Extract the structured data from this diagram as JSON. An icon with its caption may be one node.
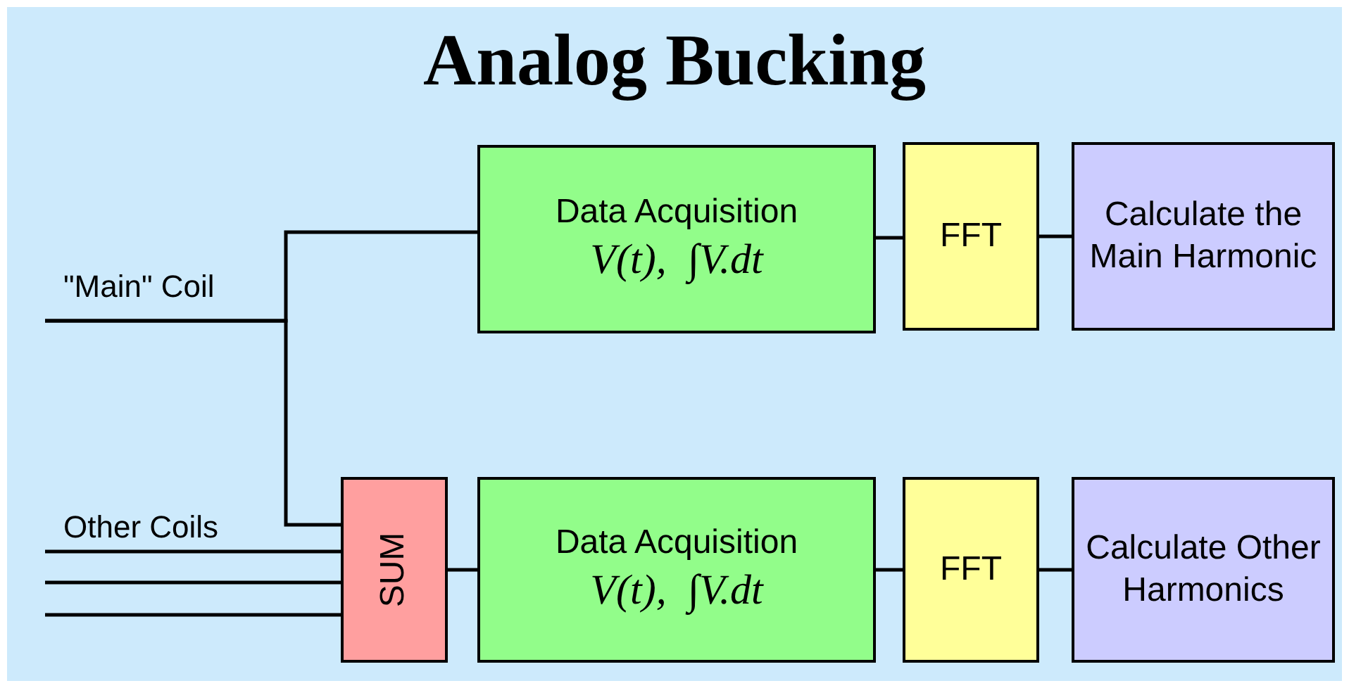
{
  "diagram": {
    "title": "Analog Bucking",
    "nodes": [
      {
        "text": [
          "Data Acquisition",
          "V(t),  ∫V.dt"
        ]
      },
      {
        "text": [
          "FFT"
        ]
      },
      {
        "text": [
          "Calculate the Main Harmonic"
        ]
      },
      {
        "text": [
          "SUM"
        ]
      },
      {
        "text": [
          "Data Acquisition",
          "V(t),  ∫V.dt"
        ]
      },
      {
        "text": [
          "FFT"
        ]
      },
      {
        "text": [
          "Calculate Other Harmonics"
        ]
      }
    ],
    "edges": [
      {
        "from": null,
        "to": 0,
        "arrow": "none"
      },
      {
        "from": null,
        "to": 3,
        "arrow": "none"
      },
      {
        "from": null,
        "to": 3,
        "arrow": "none"
      },
      {
        "from": null,
        "to": 3,
        "arrow": "none"
      },
      {
        "from": null,
        "to": 3,
        "arrow": "none"
      },
      {
        "from": 0,
        "to": 1,
        "arrow": "none"
      },
      {
        "from": 1,
        "to": 2,
        "arrow": "none"
      },
      {
        "from": 3,
        "to": 4,
        "arrow": "none"
      },
      {
        "from": 4,
        "to": 5,
        "arrow": "none"
      },
      {
        "from": 5,
        "to": 6,
        "arrow": "none"
      }
    ],
    "labels": [
      "\"Main\" Coil",
      "Other Coils"
    ]
  }
}
